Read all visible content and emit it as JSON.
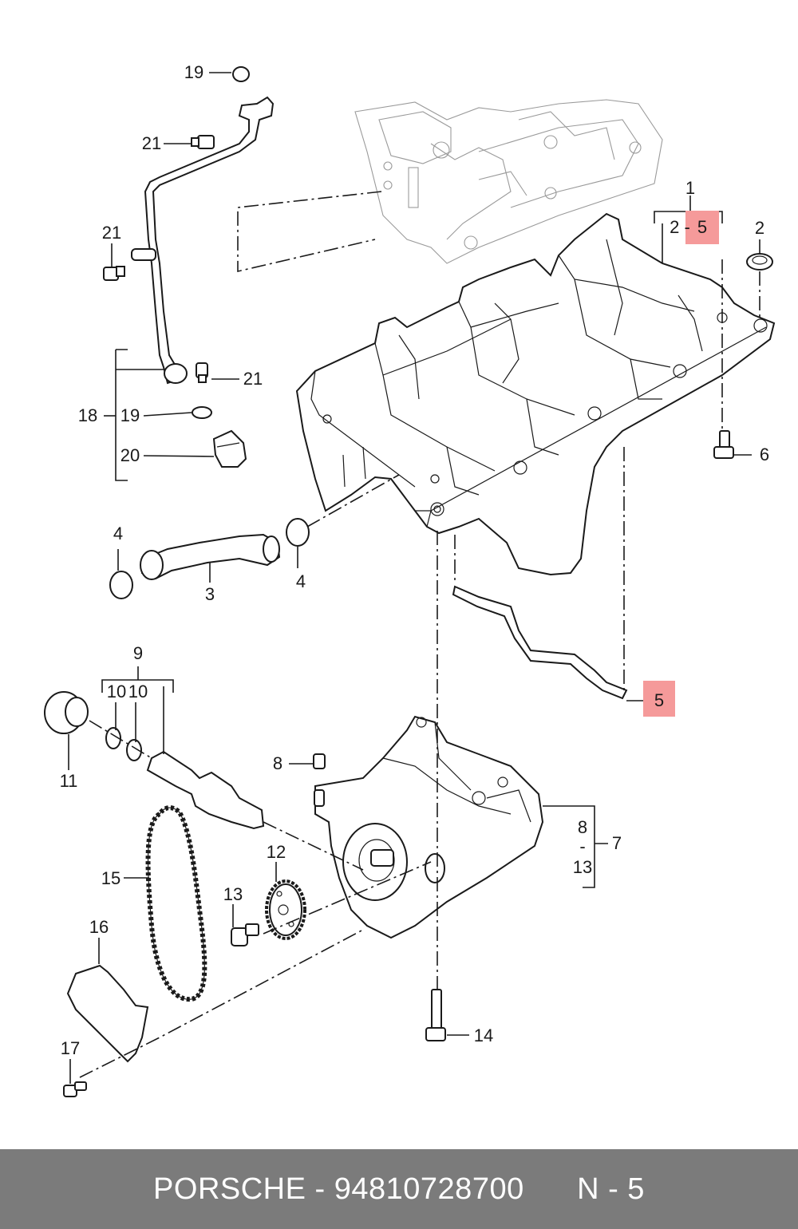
{
  "diagram": {
    "labels": {
      "l1": "1",
      "l2a": "2 -",
      "l5a": "5",
      "l2b": "2",
      "l3": "3",
      "l4a": "4",
      "l4b": "4",
      "l5b": "5",
      "l6": "6",
      "l7": "7",
      "l8a": "8",
      "l8b": "8",
      "ldash": "-",
      "l13a": "13",
      "l9": "9",
      "l10a": "10",
      "l10b": "10",
      "l11": "11",
      "l12": "12",
      "l13b": "13",
      "l14": "14",
      "l15": "15",
      "l16": "16",
      "l17": "17",
      "l18": "18",
      "l19a": "19",
      "l19b": "19",
      "l20": "20",
      "l21a": "21",
      "l21b": "21",
      "l21c": "21"
    },
    "highlight_color": "#f59a9a"
  },
  "footer": {
    "brand": "PORSCHE",
    "separator": " - ",
    "part_number": "94810728700",
    "page_ref": "N - 5"
  }
}
